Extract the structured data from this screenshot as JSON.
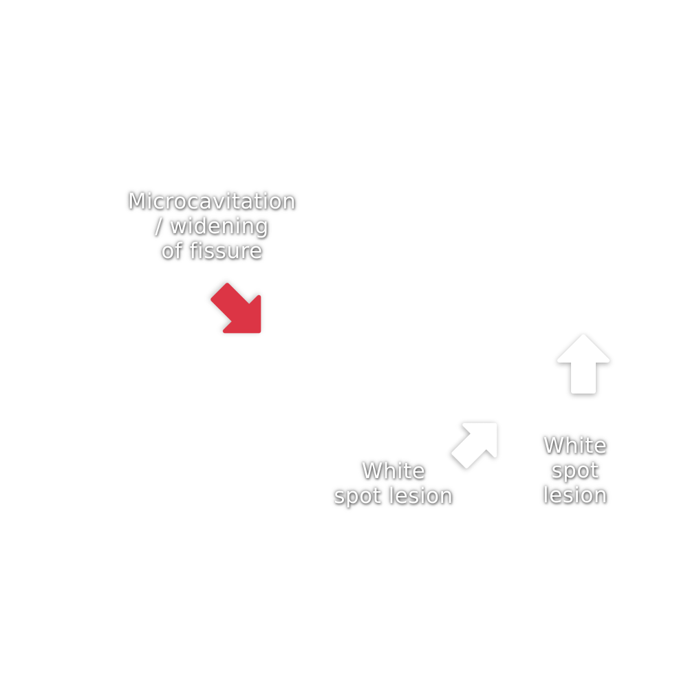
{
  "annotations": [
    {
      "lines": [
        "Microcavitation",
        "/ widening",
        "of fissure"
      ],
      "arrow_direction": "down-right",
      "arrow_color": "#dc3545"
    },
    {
      "lines": [
        "White",
        "spot lesion"
      ],
      "arrow_direction": "up-right",
      "arrow_color": "#ffffff"
    },
    {
      "lines": [
        "White",
        "spot",
        "lesion"
      ],
      "arrow_direction": "up",
      "arrow_color": "#ffffff"
    }
  ]
}
